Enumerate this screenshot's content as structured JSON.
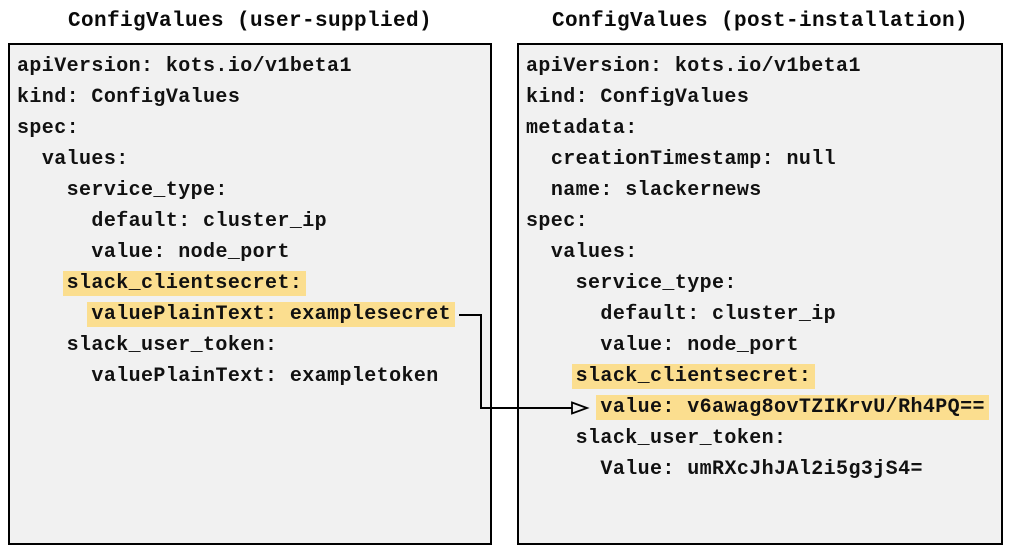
{
  "diagram": {
    "panels": [
      {
        "id": "user-supplied",
        "title": "ConfigValues (user-supplied)",
        "lines": [
          {
            "indent": 0,
            "text": "apiVersion: kots.io/v1beta1",
            "highlighted": false
          },
          {
            "indent": 0,
            "text": "kind: ConfigValues",
            "highlighted": false
          },
          {
            "indent": 0,
            "text": "spec:",
            "highlighted": false
          },
          {
            "indent": 2,
            "text": "values:",
            "highlighted": false
          },
          {
            "indent": 4,
            "text": "service_type:",
            "highlighted": false
          },
          {
            "indent": 6,
            "text": "default: cluster_ip",
            "highlighted": false
          },
          {
            "indent": 6,
            "text": "value: node_port",
            "highlighted": false
          },
          {
            "indent": 4,
            "text": "slack_clientsecret:",
            "highlighted": true
          },
          {
            "indent": 6,
            "text": "valuePlainText: examplesecret",
            "highlighted": true
          },
          {
            "indent": 4,
            "text": "slack_user_token:",
            "highlighted": false
          },
          {
            "indent": 6,
            "text": "valuePlainText: exampletoken",
            "highlighted": false
          }
        ]
      },
      {
        "id": "post-installation",
        "title": "ConfigValues (post-installation)",
        "lines": [
          {
            "indent": 0,
            "text": "apiVersion: kots.io/v1beta1",
            "highlighted": false
          },
          {
            "indent": 0,
            "text": "kind: ConfigValues",
            "highlighted": false
          },
          {
            "indent": 0,
            "text": "metadata:",
            "highlighted": false
          },
          {
            "indent": 2,
            "text": "creationTimestamp: null",
            "highlighted": false
          },
          {
            "indent": 2,
            "text": "name: slackernews",
            "highlighted": false
          },
          {
            "indent": 0,
            "text": "spec:",
            "highlighted": false
          },
          {
            "indent": 2,
            "text": "values:",
            "highlighted": false
          },
          {
            "indent": 4,
            "text": "service_type:",
            "highlighted": false
          },
          {
            "indent": 6,
            "text": "default: cluster_ip",
            "highlighted": false
          },
          {
            "indent": 6,
            "text": "value: node_port",
            "highlighted": false
          },
          {
            "indent": 4,
            "text": "slack_clientsecret:",
            "highlighted": true
          },
          {
            "indent": 6,
            "text": "value: v6awag8ovTZIKrvU/Rh4PQ==",
            "highlighted": true
          },
          {
            "indent": 4,
            "text": "slack_user_token:",
            "highlighted": false
          },
          {
            "indent": 6,
            "text": "Value: umRXcJhJAl2i5g3jS4=",
            "highlighted": false
          }
        ]
      }
    ],
    "arrow": {
      "from": "valuePlainText: examplesecret",
      "to": "value: v6awag8ovTZIKrvU/Rh4PQ=="
    },
    "colors": {
      "highlight": "#fbde8f",
      "panel_background": "#f1f1f1",
      "panel_border": "#000000",
      "arrow": "#000000"
    }
  }
}
